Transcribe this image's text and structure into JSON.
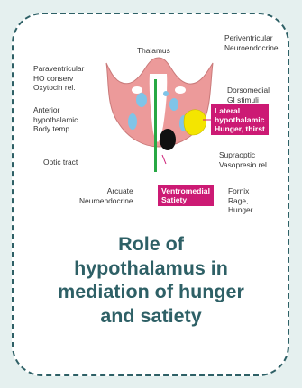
{
  "labels": {
    "thalamus": "Thalamus",
    "periventricular": "Periventricular\nNeuroendocrine",
    "paraventricular": "Paraventricular\nHO conserv\nOxytocin rel.",
    "dorsomedial": "Dorsomedial\nGI stimuli",
    "anterior": "Anterior\nhypothalamic\nBody temp",
    "optic_tract": "Optic tract",
    "supraoptic": "Supraoptic\nVasopresin rel.",
    "arcuate": "Arcuate\nNeuroendocrine",
    "fornix": "Fornix\nRage,\nHunger"
  },
  "callouts": {
    "lateral": "Lateral\nhypothalamic\nHunger, thirst",
    "ventromedial": "Ventromedial\nSatiety"
  },
  "title": "Role of\nhypothalamus in\nmediation of hunger\nand satiety",
  "colors": {
    "frame": "#2e6066",
    "background": "#e5f0ef",
    "brain_tissue": "#ec9a9a",
    "ventricle": "#ffffff",
    "nucleus_blue": "#7fc4e8",
    "lateral_yellow": "#f4e500",
    "fornix_black": "#111111",
    "green_line": "#27a844",
    "callout": "#cc1a74"
  }
}
